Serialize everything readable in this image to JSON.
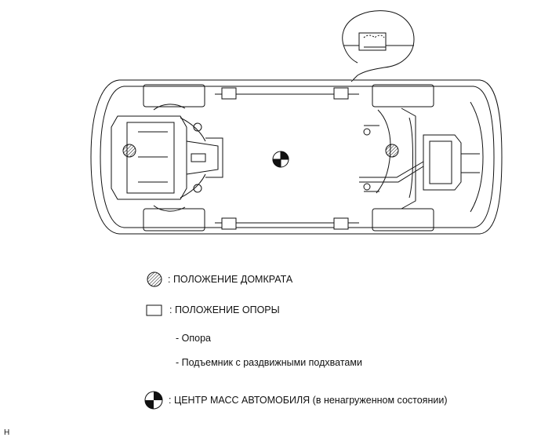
{
  "legend": {
    "jack_point": ": ПОЛОЖЕНИЕ ДОМКРАТА",
    "support_point": ": ПОЛОЖЕНИЕ ОПОРЫ",
    "support_items": [
      "- Опора",
      "- Подъемник с раздвижными подхватами"
    ],
    "center_of_mass": ": ЦЕНТР МАСС АВТОМОБИЛЯ (в ненагруженном состоянии)"
  },
  "corner_label": "H",
  "icons": {
    "jack": "hatched-circle-icon",
    "support": "square-outline-icon",
    "center": "center-of-mass-icon"
  }
}
